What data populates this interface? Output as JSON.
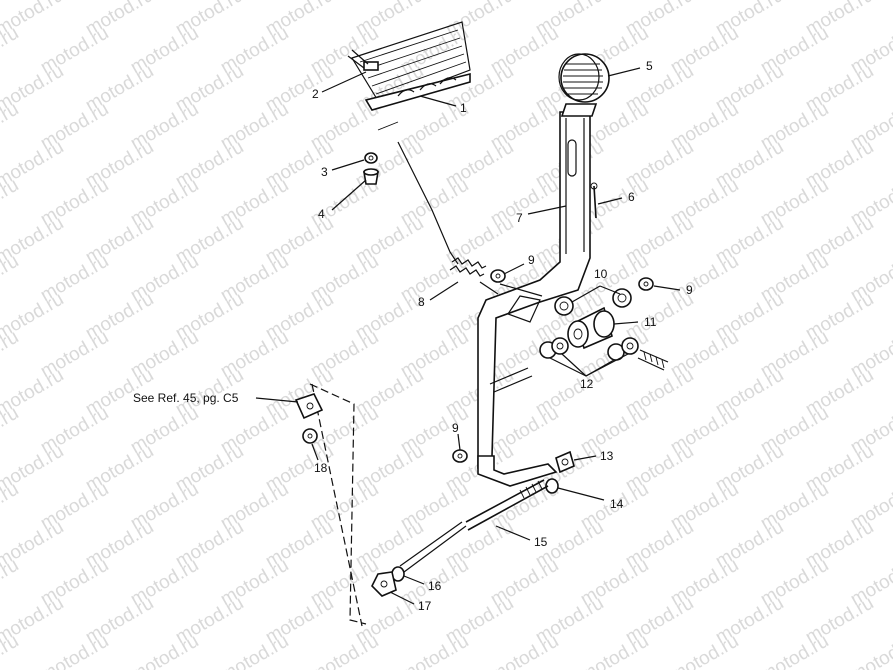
{
  "watermark": "motod.ru",
  "reference_note": "See Ref. 45, pg. C5",
  "callouts": [
    "1",
    "2",
    "3",
    "4",
    "5",
    "6",
    "7",
    "8",
    "9",
    "9",
    "9",
    "10",
    "11",
    "12",
    "13",
    "14",
    "15",
    "16",
    "17",
    "18"
  ]
}
